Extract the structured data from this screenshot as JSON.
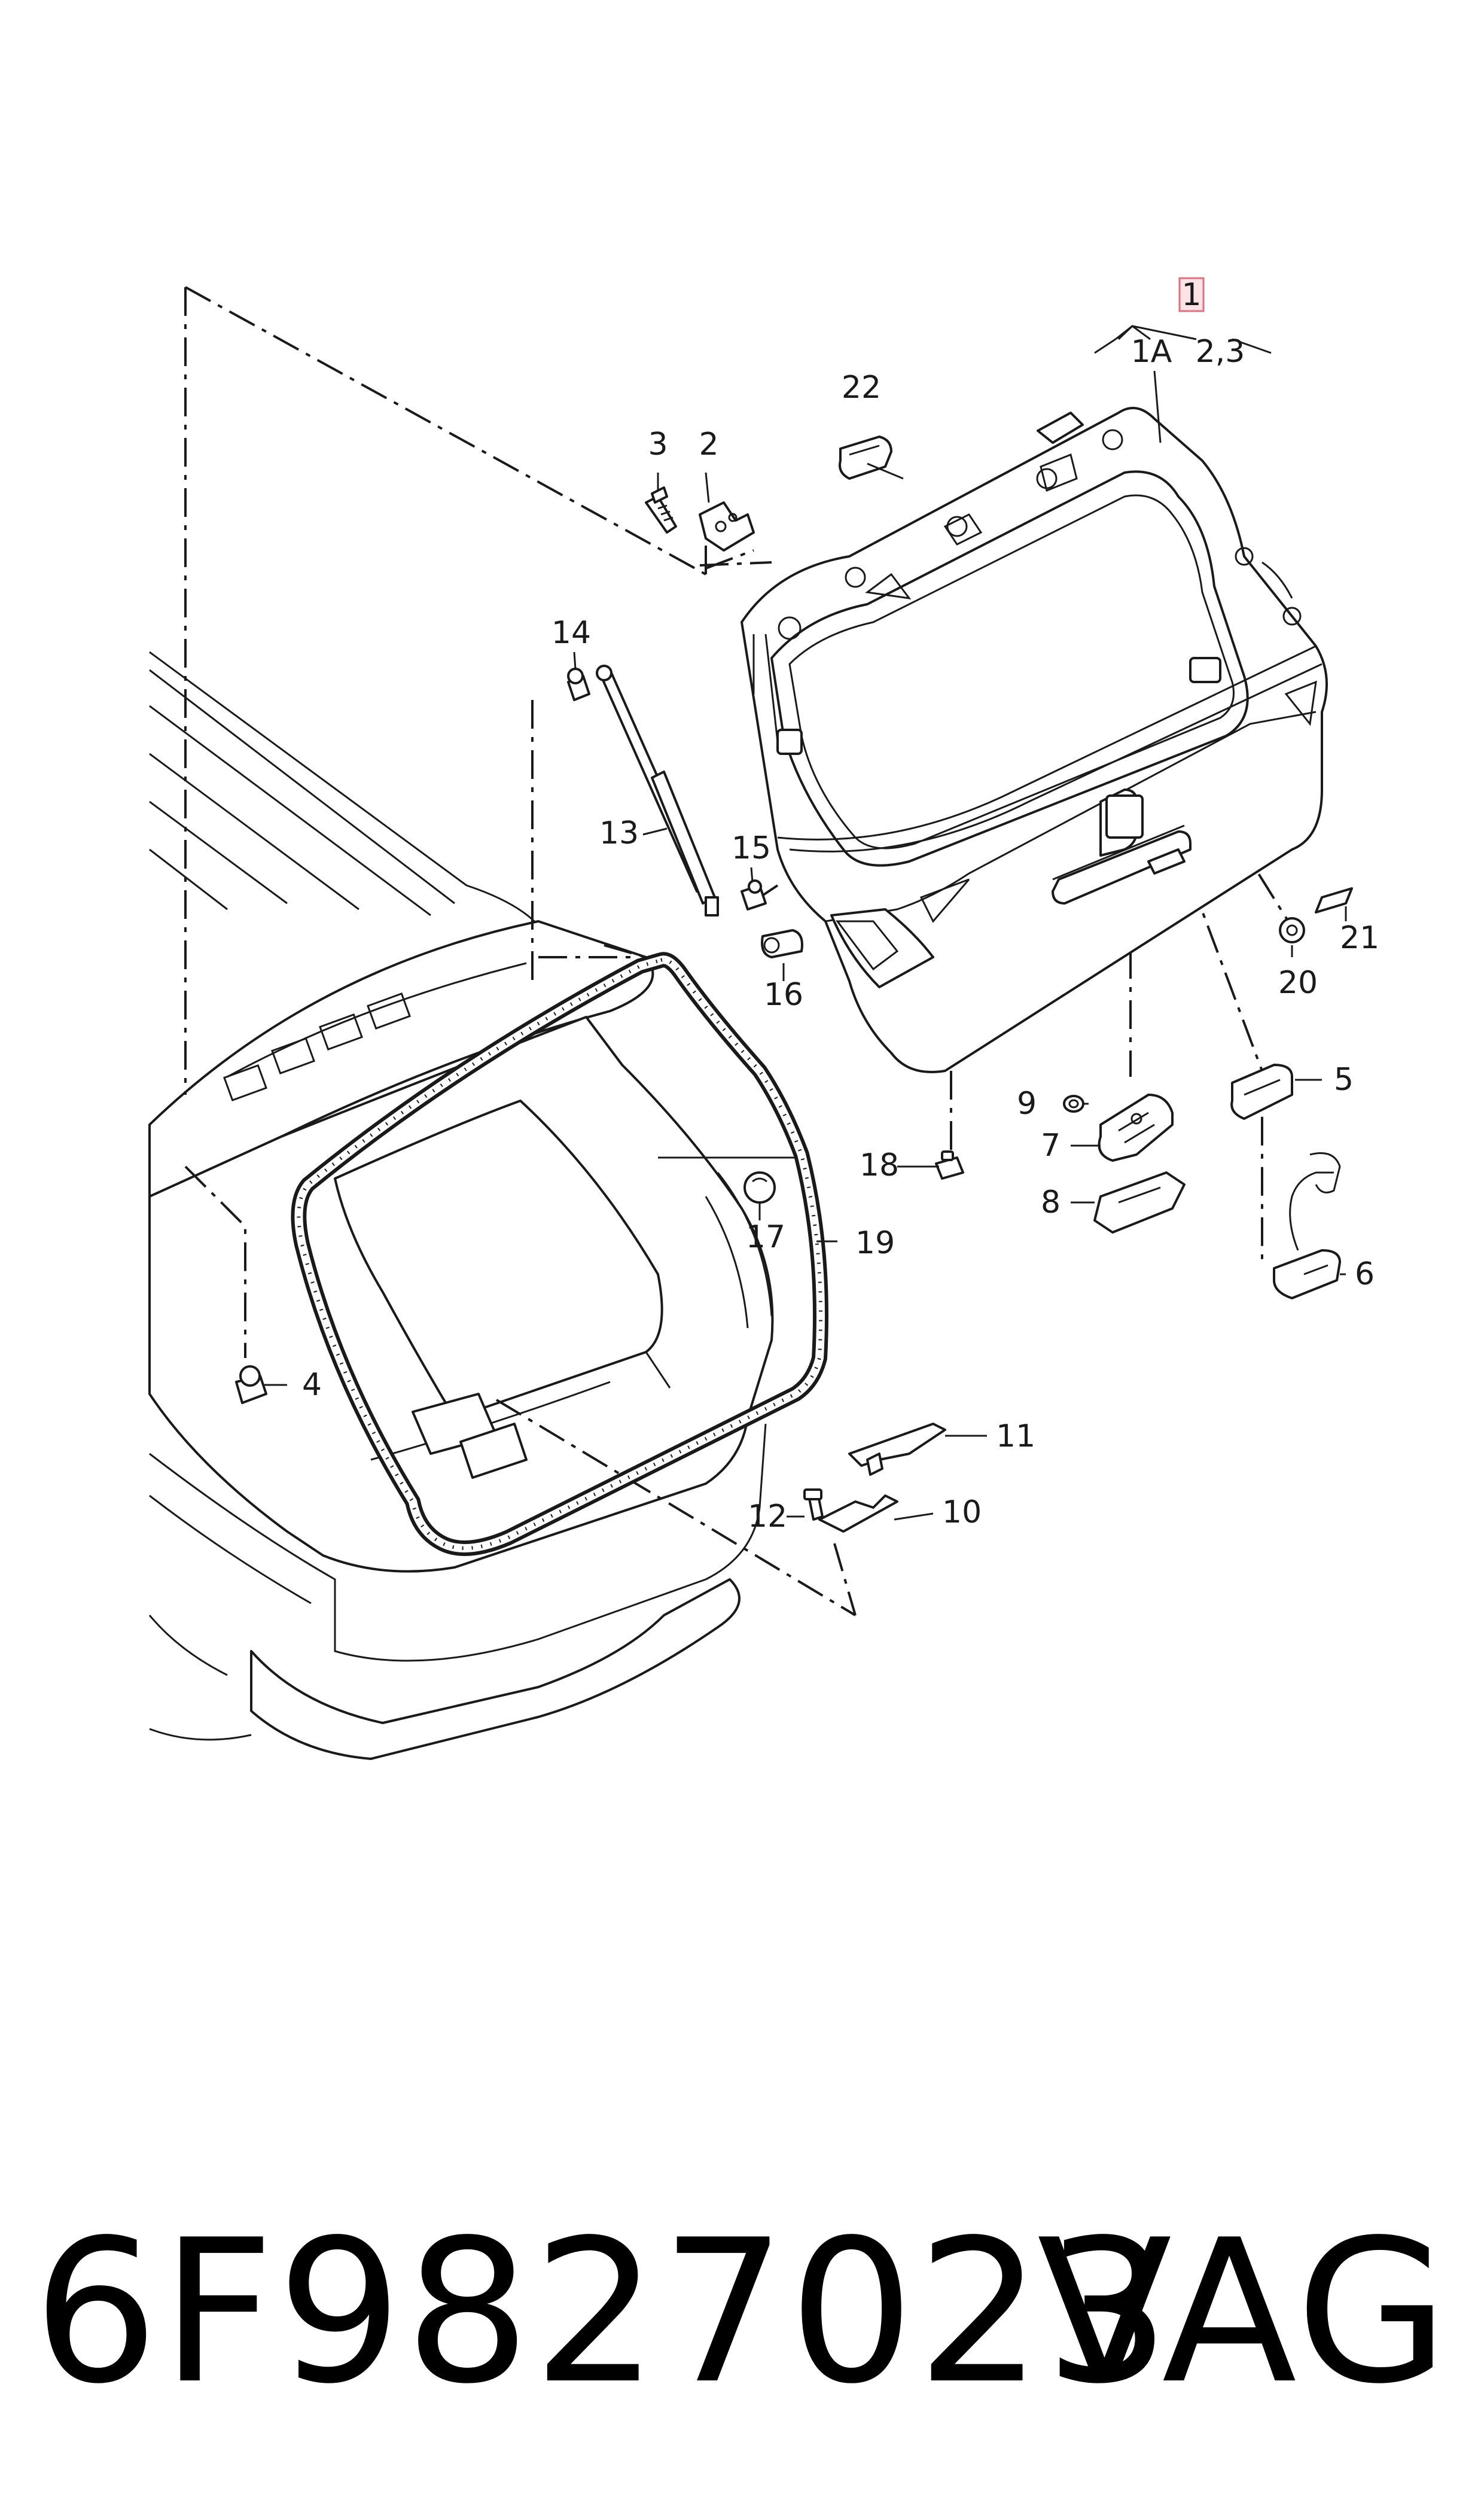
{
  "callouts": {
    "c1": "1",
    "c1A": "1A",
    "c23": "2,3",
    "c2": "2",
    "c3": "3",
    "c4": "4",
    "c5": "5",
    "c6": "6",
    "c7": "7",
    "c8": "8",
    "c9": "9",
    "c10": "10",
    "c11": "11",
    "c12": "12",
    "c13": "13",
    "c14": "14",
    "c15": "15",
    "c16": "16",
    "c17": "17",
    "c18": "18",
    "c19": "19",
    "c20": "20",
    "c21": "21",
    "c22": "22"
  },
  "colors": {
    "line": "#1a1a1a",
    "highlight_fill": "#fbe3e6",
    "highlight_stroke": "#e0707e"
  },
  "footer": {
    "part_number": "6F9827023",
    "brand": "VAG"
  }
}
